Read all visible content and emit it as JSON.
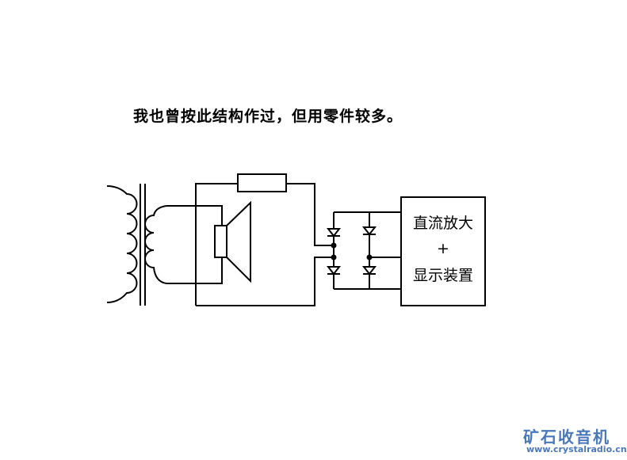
{
  "caption": "我也曾按此结构作过，但用零件较多。",
  "circuit": {
    "components": [
      "transformer",
      "resistor",
      "speaker",
      "bridge-rectifier"
    ],
    "box": {
      "line1": "直流放大",
      "line2": "+",
      "line3": "显示装置"
    }
  },
  "watermark": {
    "title": "矿石收音机",
    "url": "www.crystalradio.cn"
  },
  "colors": {
    "line": "#000000",
    "watermark": "#4a78b8"
  }
}
